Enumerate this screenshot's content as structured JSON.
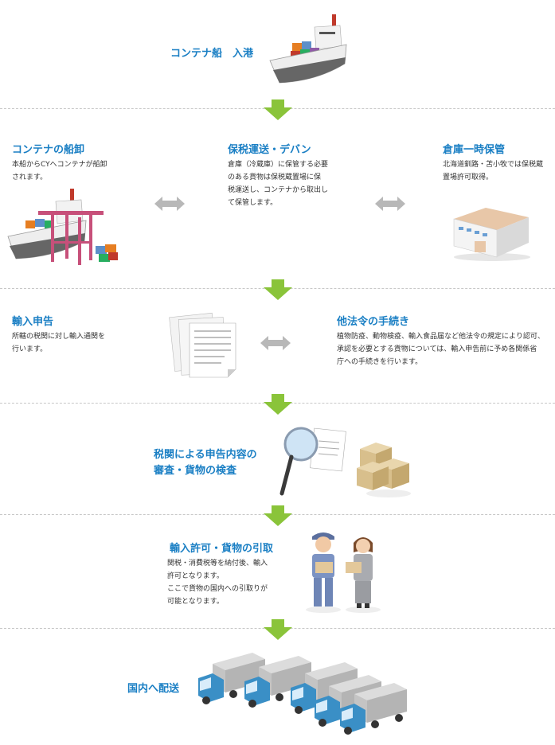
{
  "colors": {
    "title": "#1a7fc4",
    "arrow": "#8ac43a",
    "double_arrow": "#b8b8b8",
    "separator": "#c8c8c8"
  },
  "steps": {
    "arrival": {
      "title": "コンテナ船　入港",
      "icon": "container-ship-icon"
    },
    "unload": {
      "title": "コンテナの船卸",
      "desc": [
        "本船からCYへコンテナが船卸",
        "されます。"
      ],
      "icon": "crane-ship-icon"
    },
    "bonded": {
      "title": "保税運送・デバン",
      "desc": [
        "倉庫（冷蔵庫）に保管する必要",
        "のある貨物は保税蔵置場に保",
        "税運送し、コンテナから取出し",
        "て保管します。"
      ]
    },
    "storage": {
      "title": "倉庫一時保管",
      "desc": [
        "北海道釧路・苫小牧では保税蔵",
        "置場許可取得。"
      ],
      "icon": "warehouse-icon"
    },
    "declaration": {
      "title": "輸入申告",
      "desc": [
        "所轄の税関に対し輸入通関を",
        "行います。"
      ],
      "icon": "documents-icon"
    },
    "other_laws": {
      "title": "他法令の手続き",
      "desc": [
        "植物防疫、動物検疫、輸入食品届など他法令の規定により認可、",
        "承認を必要とする貨物については、輸入申告前に予め各関係省",
        "庁への手続きを行います。"
      ]
    },
    "inspection": {
      "title": [
        "税関による申告内容の",
        "審査・貨物の検査"
      ],
      "icon": "magnifier-boxes-icon"
    },
    "permit": {
      "title": "輸入許可・貨物の引取",
      "desc": [
        "関税・消費税等を納付後、輸入",
        "許可となります。",
        "ここで貨物の国内への引取りが",
        "可能となります。"
      ],
      "icon": "workers-icon"
    },
    "delivery": {
      "title": "国内へ配送",
      "icon": "trucks-icon"
    }
  }
}
